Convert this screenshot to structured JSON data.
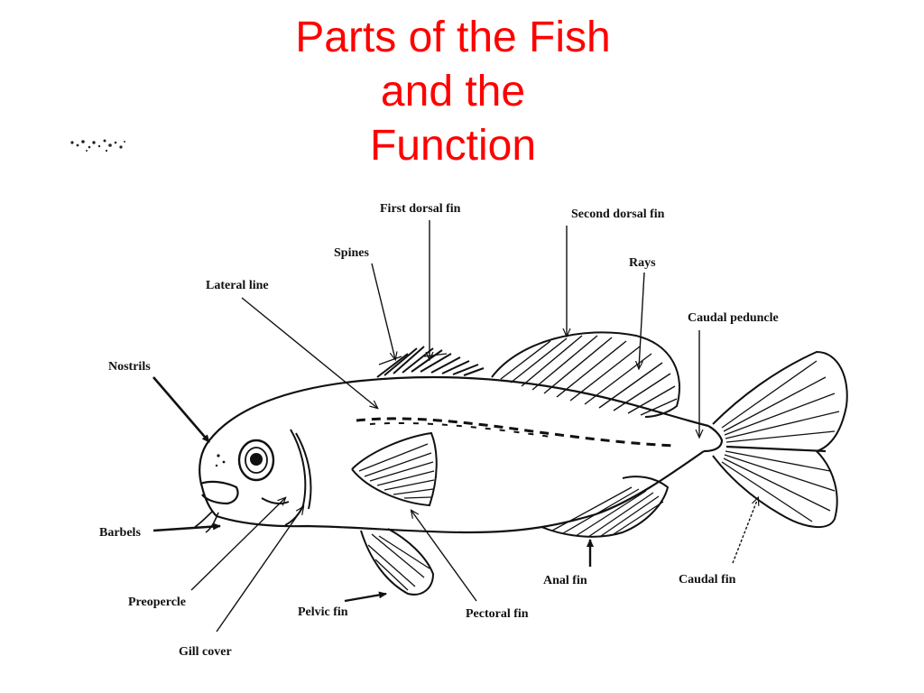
{
  "title": {
    "line1": "Parts of the Fish",
    "line2": "and the",
    "line3": "Function"
  },
  "labels": {
    "first_dorsal_fin": "First dorsal fin",
    "second_dorsal_fin": "Second dorsal fin",
    "spines": "Spines",
    "rays": "Rays",
    "lateral_line": "Lateral line",
    "caudal_peduncle": "Caudal peduncle",
    "nostrils": "Nostrils",
    "barbels": "Barbels",
    "preopercle": "Preopercle",
    "gill_cover": "Gill cover",
    "pelvic_fin": "Pelvic fin",
    "pectoral_fin": "Pectoral fin",
    "anal_fin": "Anal fin",
    "caudal_fin": "Caudal fin"
  },
  "colors": {
    "title": "#ff0000",
    "ink": "#111111",
    "background": "#ffffff"
  }
}
